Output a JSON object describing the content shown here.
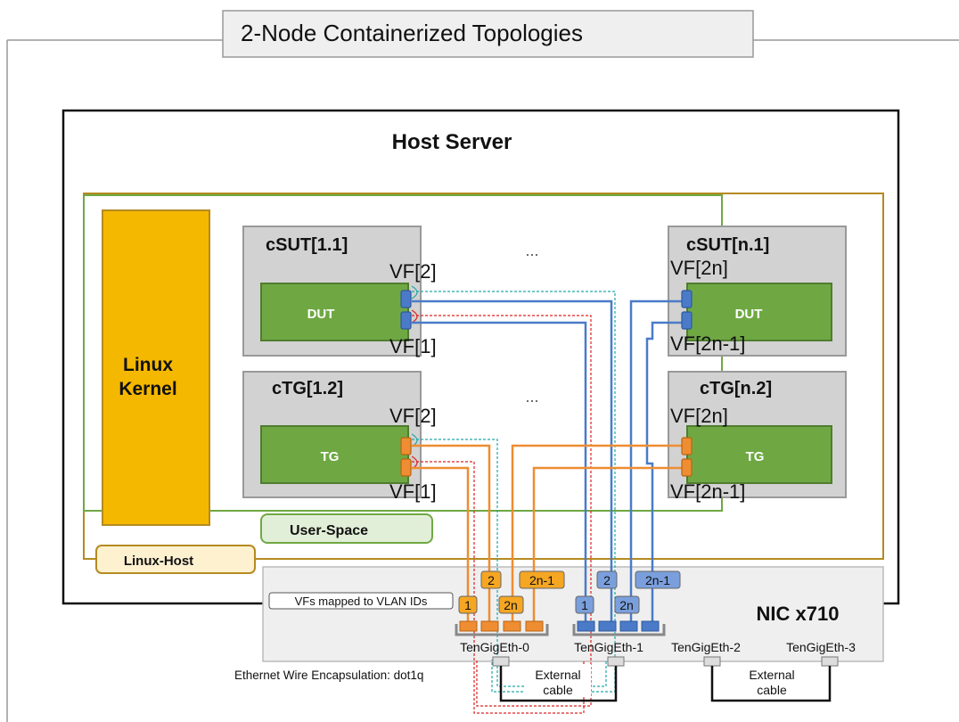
{
  "title": "2-Node Containerized Topologies",
  "host_server": "Host Server",
  "linux_kernel": [
    "Linux",
    "Kernel"
  ],
  "user_space": "User-Space",
  "linux_host": "Linux-Host",
  "csut_1": "cSUT[1.1]",
  "csut_n": "cSUT[n.1]",
  "ctg_1": "cTG[1.2]",
  "ctg_n": "cTG[n.2]",
  "dut": "DUT",
  "tg": "TG",
  "ellipsis": "...",
  "vf_left_top": "VF[2]",
  "vf_left_bottom": "VF[1]",
  "vf_right_top": "VF[2n]",
  "vf_right_bottom": "VF[2n-1]",
  "nic": "NIC x710",
  "vf_vlan_note": "VFs mapped to VLAN IDs",
  "vlan_tags": {
    "one": "1",
    "two": "2",
    "two_n": "2n",
    "two_n_minus_1": "2n-1"
  },
  "ports": [
    "TenGigEth-0",
    "TenGigEth-1",
    "TenGigEth-2",
    "TenGigEth-3"
  ],
  "encapsulation": "Ethernet Wire Encapsulation: dot1q",
  "external_cable": [
    "External",
    "cable"
  ],
  "colors": {
    "orange": "#ee8d32",
    "blue": "#4b7bc8",
    "green": "#6fa843",
    "gold": "#f5b800",
    "olive": "#b58a20",
    "gray": "#d2d2d2",
    "red_dot": "#e02020",
    "teal_dot": "#20a8a8"
  }
}
